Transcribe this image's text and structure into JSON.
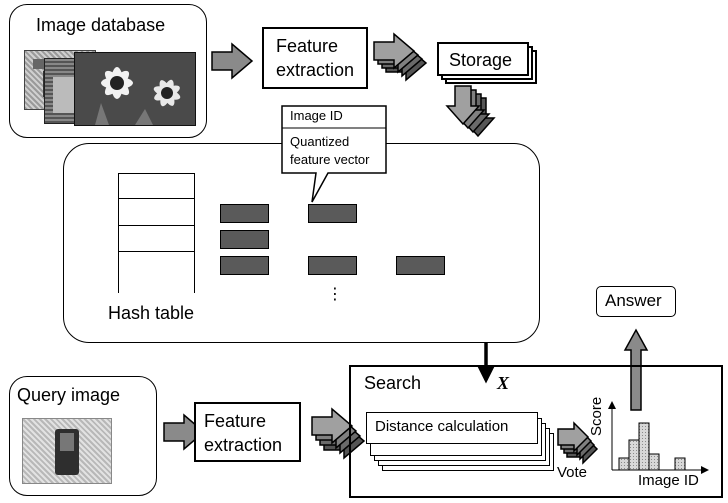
{
  "image_database": {
    "label": "Image database"
  },
  "feature_extraction_top": {
    "line1": "Feature",
    "line2": "extraction"
  },
  "storage": {
    "label": "Storage"
  },
  "callout": {
    "field1": "Image ID",
    "field2_line1": "Quantized",
    "field2_line2": "feature vector"
  },
  "hash_table": {
    "label": "Hash table",
    "ellipsis": "⋮"
  },
  "query_image": {
    "label": "Query image"
  },
  "feature_extraction_bottom": {
    "line1": "Feature",
    "line2": "extraction"
  },
  "search": {
    "label": "Search",
    "distance_calculation": "Distance calculation",
    "vote": "Vote",
    "x_symbol": "X"
  },
  "histogram": {
    "y_label": "Score",
    "x_label": "Image ID"
  },
  "answer": {
    "label": "Answer"
  }
}
